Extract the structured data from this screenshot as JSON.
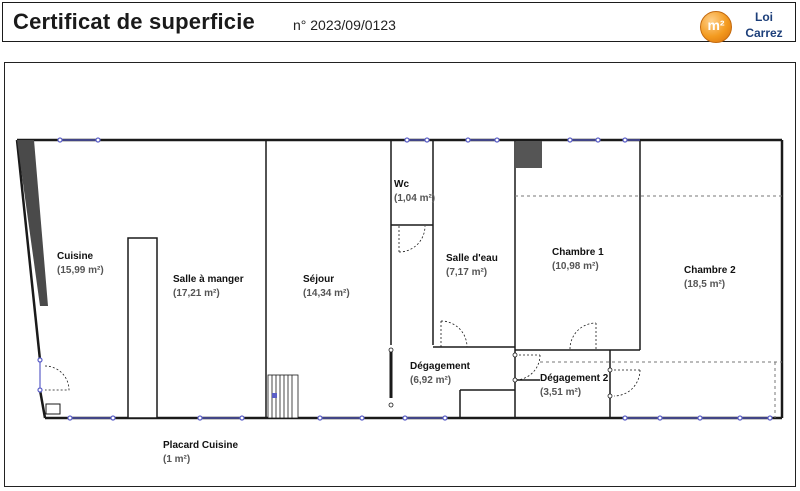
{
  "header": {
    "title": "Certificat de superficie",
    "certificate_number": "n° 2023/09/0123",
    "badge": "m²",
    "law_line1": "Loi",
    "law_line2": "Carrez"
  },
  "rooms": {
    "cuisine": {
      "name": "Cuisine",
      "area": "(15,99 m²)"
    },
    "salle_a_manger": {
      "name": "Salle à manger",
      "area": "(17,21 m²)"
    },
    "sejour": {
      "name": "Séjour",
      "area": "(14,34 m²)"
    },
    "wc": {
      "name": "Wc",
      "area": "(1,04 m²)"
    },
    "salle_deau": {
      "name": "Salle d'eau",
      "area": "(7,17 m²)"
    },
    "chambre1": {
      "name": "Chambre 1",
      "area": "(10,98 m²)"
    },
    "chambre2": {
      "name": "Chambre 2",
      "area": "(18,5 m²)"
    },
    "degagement": {
      "name": "Dégagement",
      "area": "(6,92 m²)"
    },
    "degagement2": {
      "name": "Dégagement 2",
      "area": "(3,51 m²)"
    },
    "placard_cuisine": {
      "name": "Placard Cuisine",
      "area": "(1 m²)"
    }
  },
  "colors": {
    "wall": "#1a1a1a",
    "window": "#5b5fc7",
    "badge": "#f39a1f",
    "law_text": "#1d3f7a"
  }
}
